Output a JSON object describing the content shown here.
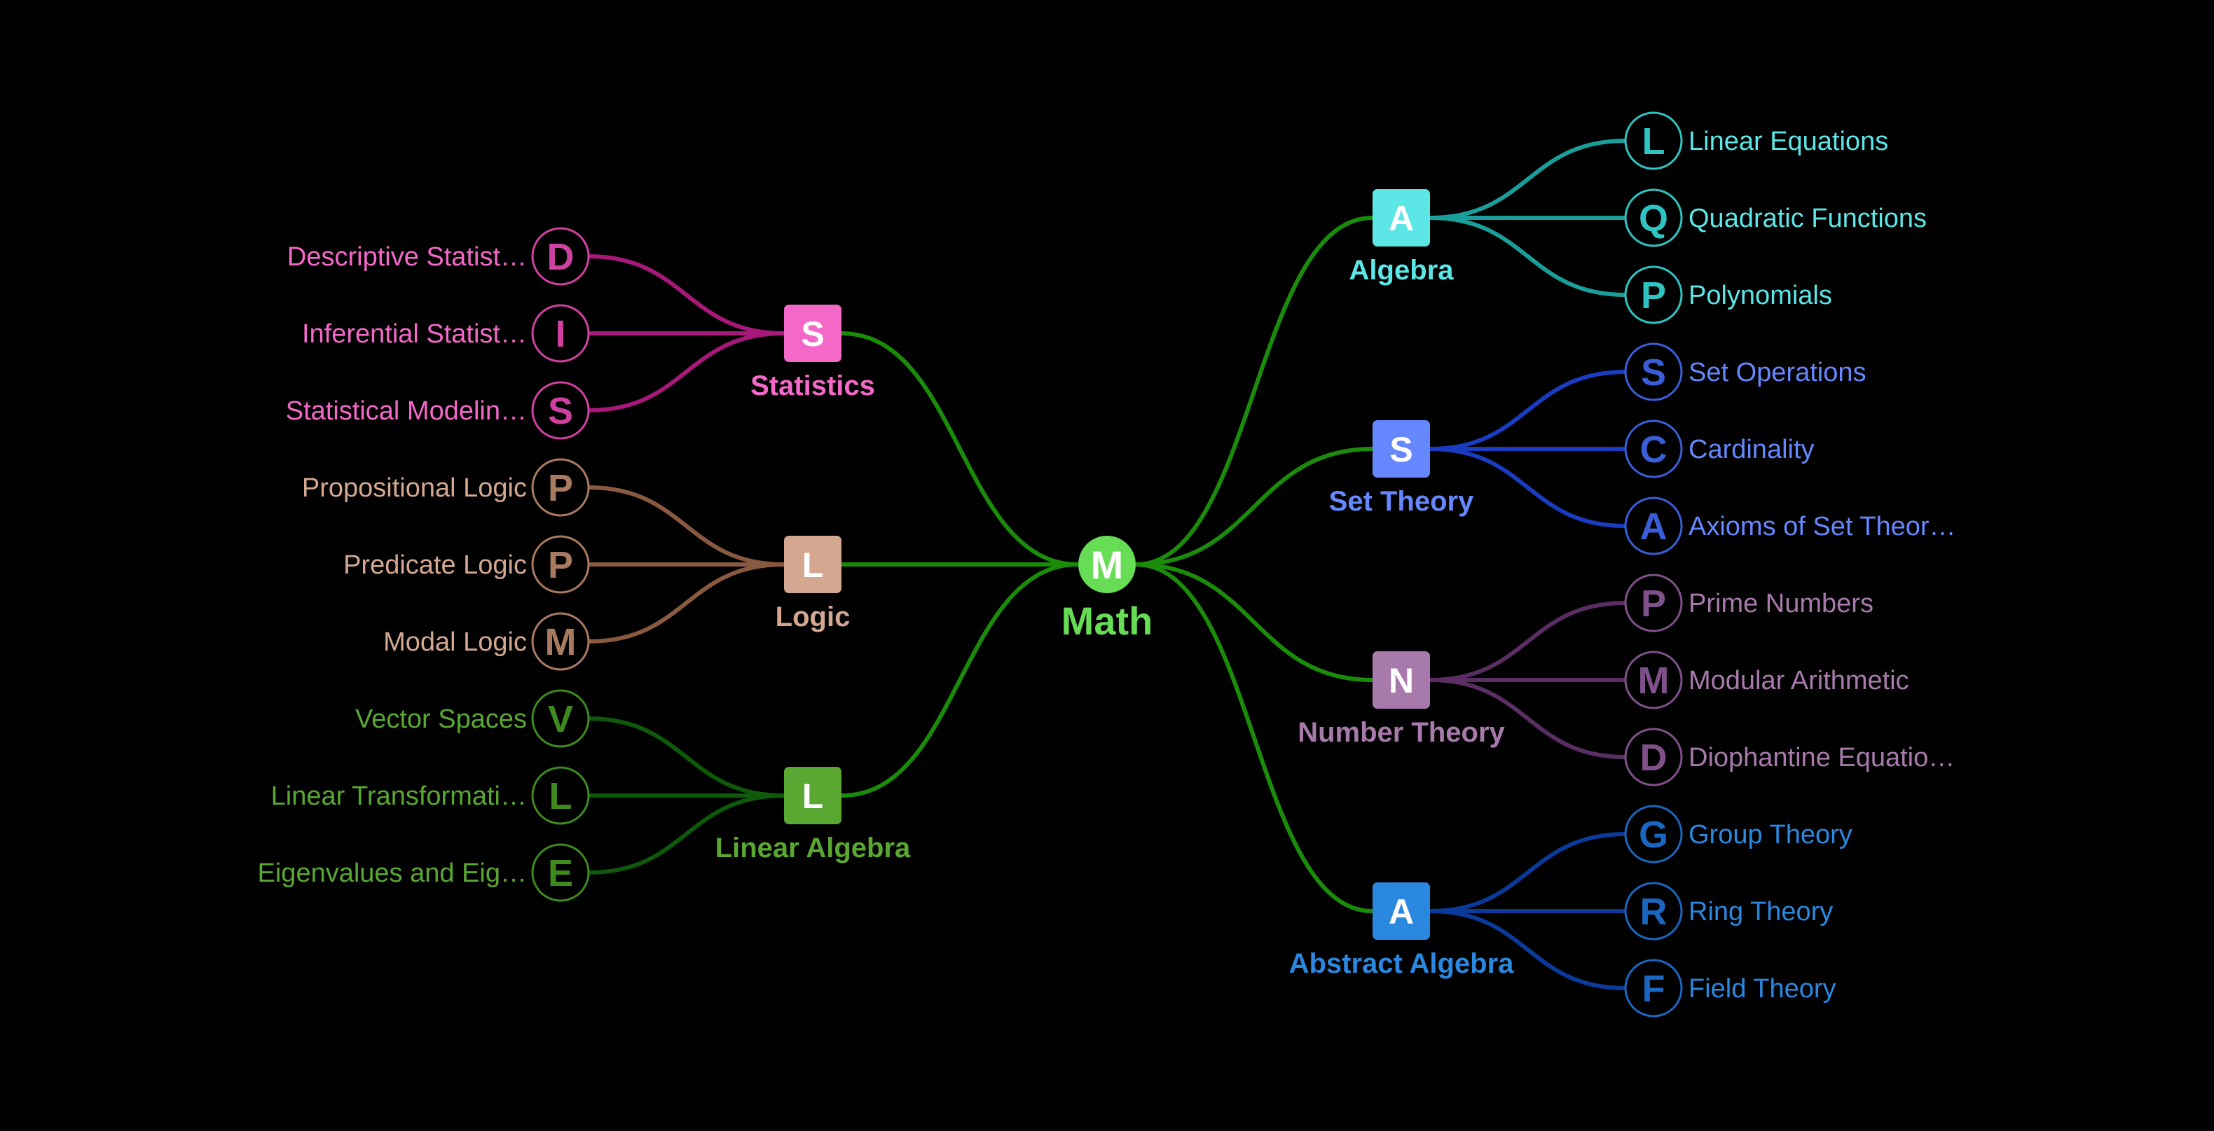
{
  "mindmap": {
    "root": {
      "label": "Math",
      "letter": "M",
      "color": "#66dd55",
      "edge_color": "#1a8c0a"
    },
    "branches": [
      {
        "label": "Statistics",
        "letter": "S",
        "side": "left",
        "color": "#f468c8",
        "edge_color": "#a8187a",
        "leaf_text_color": "#f468c8",
        "leaf_letter_color": "#d040a0",
        "children": [
          {
            "label": "Descriptive Statist…",
            "letter": "D"
          },
          {
            "label": "Inferential Statist…",
            "letter": "I"
          },
          {
            "label": "Statistical Modelin…",
            "letter": "S"
          }
        ]
      },
      {
        "label": "Logic",
        "letter": "L",
        "side": "left",
        "color": "#d4a890",
        "edge_color": "#8a5a40",
        "leaf_text_color": "#d4a890",
        "leaf_letter_color": "#a87a60",
        "children": [
          {
            "label": "Propositional Logic",
            "letter": "P"
          },
          {
            "label": "Predicate Logic",
            "letter": "P"
          },
          {
            "label": "Modal Logic",
            "letter": "M"
          }
        ]
      },
      {
        "label": "Linear Algebra",
        "letter": "L",
        "side": "left",
        "color": "#5aa832",
        "edge_color": "#0f5a0a",
        "leaf_text_color": "#5aa832",
        "leaf_letter_color": "#3e8a1e",
        "children": [
          {
            "label": "Vector Spaces",
            "letter": "V"
          },
          {
            "label": "Linear Transformati…",
            "letter": "L"
          },
          {
            "label": "Eigenvalues and Eig…",
            "letter": "E"
          }
        ]
      },
      {
        "label": "Algebra",
        "letter": "A",
        "side": "right",
        "color": "#5ce6e6",
        "edge_color": "#1a9e9a",
        "leaf_text_color": "#5ce6e6",
        "leaf_letter_color": "#2ec4c2",
        "children": [
          {
            "label": "Linear Equations",
            "letter": "L"
          },
          {
            "label": "Quadratic Functions",
            "letter": "Q"
          },
          {
            "label": "Polynomials",
            "letter": "P"
          }
        ]
      },
      {
        "label": "Set Theory",
        "letter": "S",
        "side": "right",
        "color": "#6688ff",
        "edge_color": "#1a3cc0",
        "leaf_text_color": "#6688ff",
        "leaf_letter_color": "#3a5ed8",
        "children": [
          {
            "label": "Set Operations",
            "letter": "S"
          },
          {
            "label": "Cardinality",
            "letter": "C"
          },
          {
            "label": "Axioms of Set Theor…",
            "letter": "A"
          }
        ]
      },
      {
        "label": "Number Theory",
        "letter": "N",
        "side": "right",
        "color": "#a87aac",
        "edge_color": "#5a2e62",
        "leaf_text_color": "#a87aac",
        "leaf_letter_color": "#80508a",
        "children": [
          {
            "label": "Prime Numbers",
            "letter": "P"
          },
          {
            "label": "Modular Arithmetic",
            "letter": "M"
          },
          {
            "label": "Diophantine Equatio…",
            "letter": "D"
          }
        ]
      },
      {
        "label": "Abstract Algebra",
        "letter": "A",
        "side": "right",
        "color": "#2a88e0",
        "edge_color": "#0a3a9a",
        "leaf_text_color": "#2a88e0",
        "leaf_letter_color": "#1a66c0",
        "children": [
          {
            "label": "Group Theory",
            "letter": "G"
          },
          {
            "label": "Ring Theory",
            "letter": "R"
          },
          {
            "label": "Field Theory",
            "letter": "F"
          }
        ]
      }
    ]
  }
}
